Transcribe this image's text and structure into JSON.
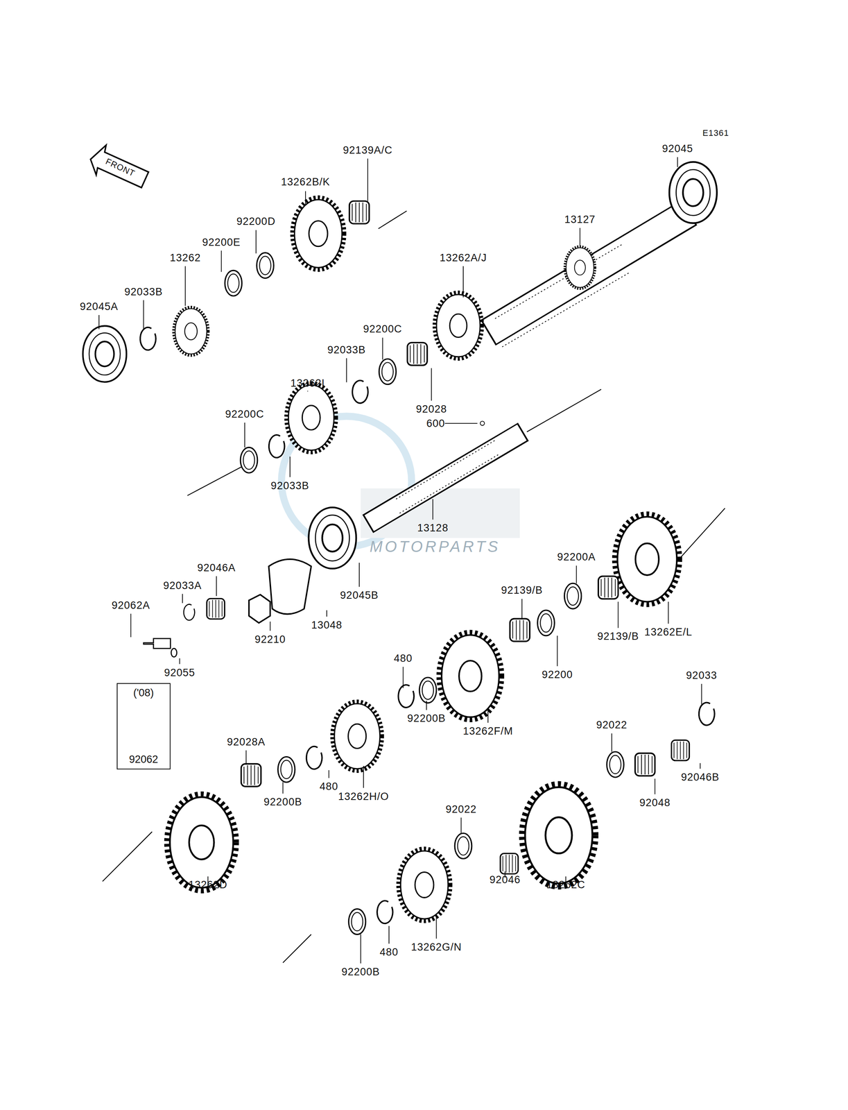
{
  "diagram": {
    "nodes": [
      {
        "text": [
          "('08)",
          "92062"
        ]
      }
    ],
    "labels": [
      "E1361",
      "FRONT",
      "92045",
      "92139A/C",
      "13262B/K",
      "13127",
      "92200D",
      "92200E",
      "13262",
      "13262A/J",
      "92033B",
      "92045A",
      "92200C",
      "92033B",
      "13262I",
      "92200C",
      "92028",
      "600",
      "92033B",
      "13128",
      "MOTORPARTS",
      "92046A",
      "92033A",
      "92200A",
      "92139/B",
      "92062A",
      "92210",
      "13048",
      "92045B",
      "92139/B",
      "13262E/L",
      "92055",
      "480",
      "92200",
      "92033",
      "92200B",
      "13262F/M",
      "92022",
      "92028A",
      "480",
      "13262H/O",
      "92200B",
      "92048",
      "92046B",
      "92022",
      "92046",
      "13262C",
      "13262D",
      "480",
      "13262G/N",
      "92200B"
    ]
  }
}
